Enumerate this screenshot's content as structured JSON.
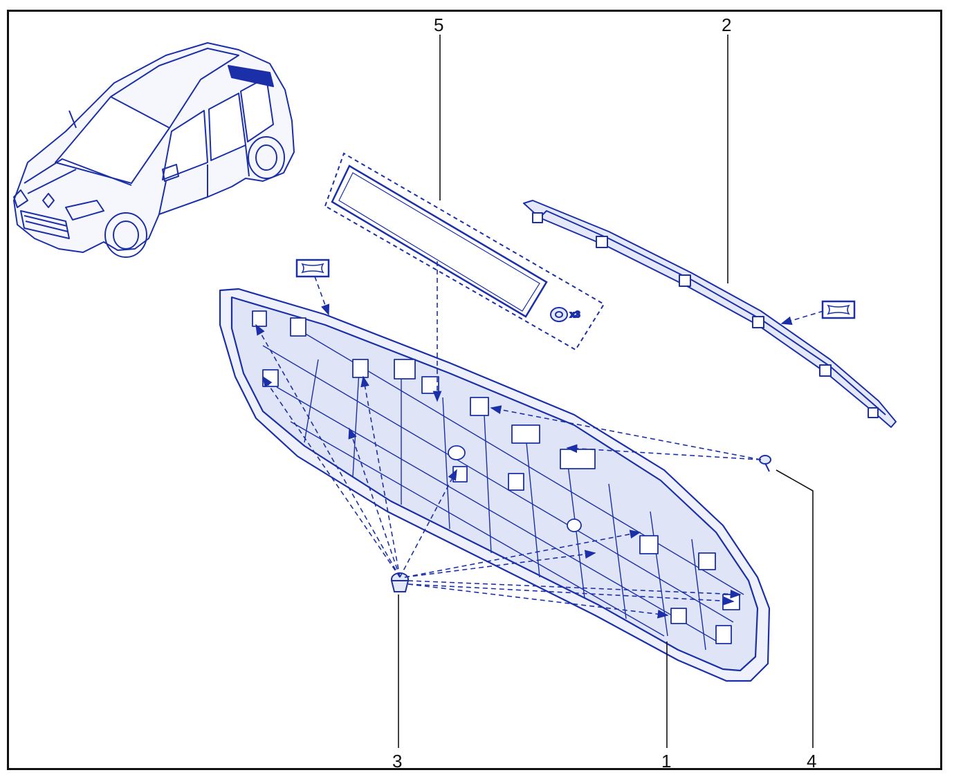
{
  "diagram": {
    "line_color": "#1a2fa8",
    "fill_color": "#e4e8f8",
    "callouts": [
      {
        "id": "1",
        "label": "1"
      },
      {
        "id": "2",
        "label": "2"
      },
      {
        "id": "3",
        "label": "3"
      },
      {
        "id": "4",
        "label": "4"
      },
      {
        "id": "5",
        "label": "5"
      }
    ],
    "quantity_note": "x3"
  }
}
